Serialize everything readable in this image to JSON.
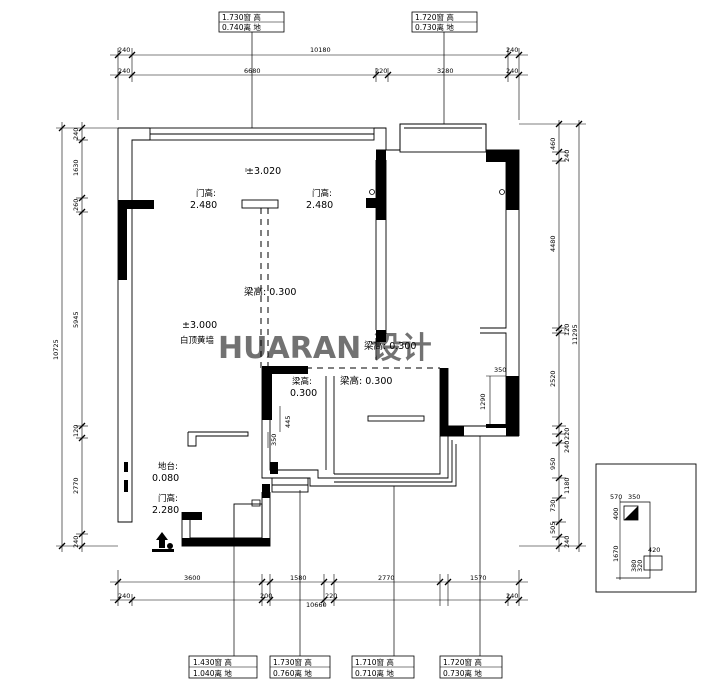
{
  "top_window_tags": [
    {
      "line1": "1.730窗 高",
      "line2": "0.740离 地"
    },
    {
      "line1": "1.720窗 高",
      "line2": "0.730离 地"
    }
  ],
  "bottom_window_tags": [
    {
      "line1": "1.430窗 高",
      "line2": "1.040离 地"
    },
    {
      "line1": "1.730窗 高",
      "line2": "0.760离 地"
    },
    {
      "line1": "1.710窗 高",
      "line2": "0.710离 地"
    },
    {
      "line1": "1.720窗 高",
      "line2": "0.730离 地"
    }
  ],
  "dims_top": {
    "total_left": "240",
    "total": "10180",
    "total_right": "240",
    "seg_left": "240",
    "seg1": "6680",
    "seg2": "220",
    "seg3": "3280",
    "seg_right": "240"
  },
  "dims_bottom": {
    "row1": [
      "3600",
      "1580",
      "2770",
      "1570"
    ],
    "row2": [
      "240",
      "200",
      "220",
      "240"
    ],
    "total": "10660"
  },
  "dims_left": {
    "row": [
      "240",
      "1630",
      "260",
      "5945",
      "120",
      "2770",
      "240"
    ],
    "total": "10725"
  },
  "dims_right": {
    "row": [
      "460",
      "240",
      "4480",
      "120",
      "2520",
      "220",
      "240",
      "950",
      "1180",
      "730",
      "505",
      "240"
    ],
    "total": "11295"
  },
  "labels": {
    "ceiling_height": "±3.020",
    "door_a_title": "门高:",
    "door_a_value": "2.480",
    "door_b_title": "门高:",
    "door_b_value": "2.480",
    "beam_1": "梁高: 0.300",
    "ceiling_main": "±3.000",
    "ceiling_main_note": "白顶黄墙",
    "beam_2": "梁高: 0.300",
    "beam_3": "梁高: 0.300",
    "beam_4_title": "梁高:",
    "beam_4_value": "0.300",
    "floor_title": "地台:",
    "floor_value": "0.080",
    "door_c_title": "门高:",
    "door_c_value": "2.280",
    "dim_445": "445",
    "dim_350a": "350",
    "dim_350b": "350",
    "dim_1290": "1290"
  },
  "watermark": "HUARAN 设计",
  "legend": {
    "d570": "570",
    "d350": "350",
    "d400": "400",
    "d1670": "1670",
    "d420": "420",
    "d380": "380",
    "d320": "320"
  }
}
